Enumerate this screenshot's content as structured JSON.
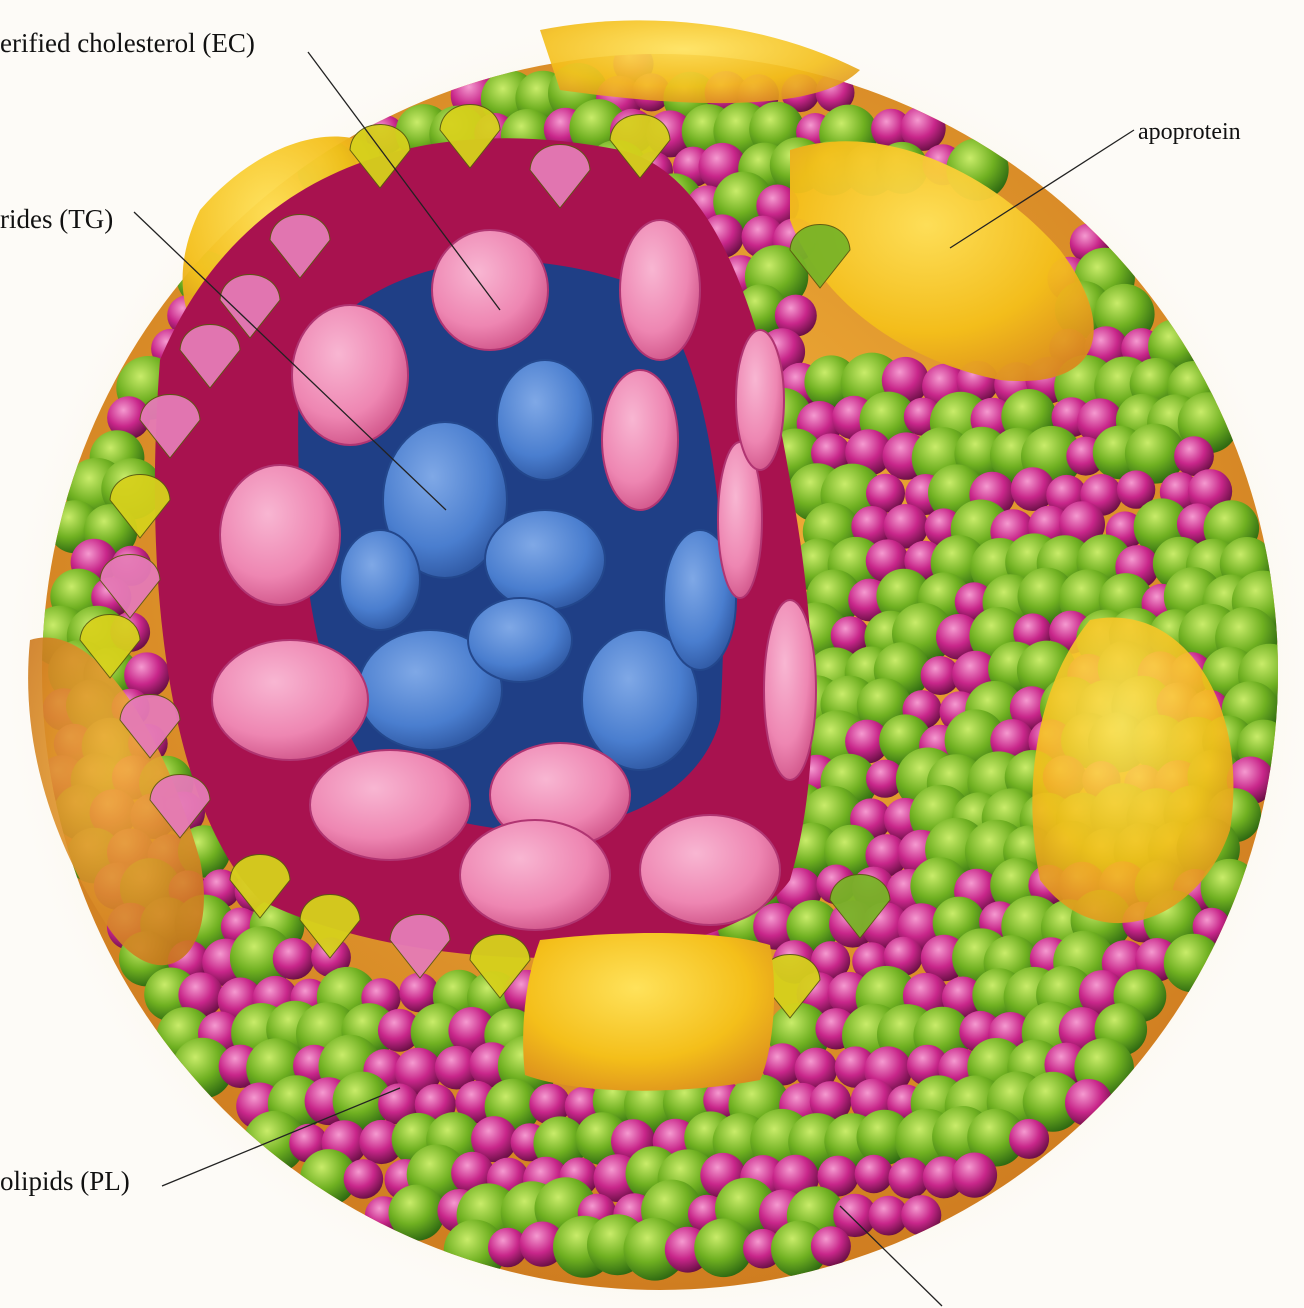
{
  "labels": {
    "esterified_cholesterol": "erified cholesterol (EC)",
    "triglycerides": "rides (TG)",
    "apoprotein": "apoprotein",
    "phospholipids": "olipids (PL)"
  },
  "colors": {
    "background": "#fdfbf7",
    "apoprotein_yellow": "#f4c21a",
    "apoprotein_orange": "#e39a22",
    "phospholipid_green": "#74b724",
    "phospholipid_magenta": "#c8268a",
    "cholesterol_pink": "#ef8fb6",
    "triglyceride_blue": "#4a7ecf",
    "free_cholesterol_yellow": "#d8d21a"
  }
}
